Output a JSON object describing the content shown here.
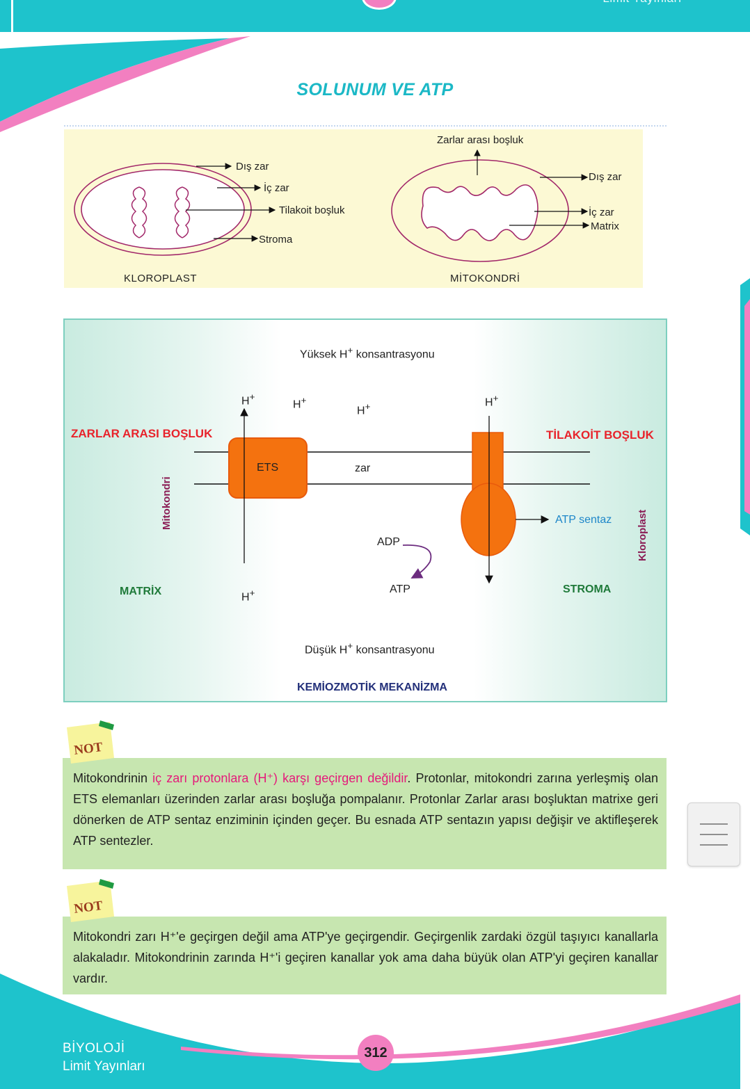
{
  "header": {
    "publisher": "Limit Yayınları"
  },
  "page": {
    "title": "SOLUNUM VE ATP"
  },
  "organelle_diagram": {
    "chloroplast": {
      "caption": "KLOROPLAST",
      "labels": {
        "outer": "Dış zar",
        "inner": "İç zar",
        "thylakoid": "Tilakoit boşluk",
        "stroma": "Stroma"
      }
    },
    "mitochondrion": {
      "caption": "MİTOKONDRİ",
      "labels": {
        "intermembrane": "Zarlar arası boşluk",
        "outer": "Dış zar",
        "inner": "İç zar",
        "matrix": "Matrix"
      }
    }
  },
  "mechanism_diagram": {
    "caption": "KEMİOZMOTİK MEKANİZMA",
    "high_conc": "Yüksek H",
    "low_conc": "Düşük H",
    "conc_suffix": "konsantrasyonu",
    "plus": "+",
    "proton": "H",
    "left_region_top": "ZARLAR ARASI BOŞLUK",
    "right_region_top": "TİLAKOİT BOŞLUK",
    "left_region_bottom": "MATRİX",
    "right_region_bottom": "STROMA",
    "left_organelle": "Mitokondri",
    "right_organelle": "Kloroplast",
    "ets": "ETS",
    "membrane": "zar",
    "adp": "ADP",
    "atp": "ATP",
    "atp_synthase": "ATP sentaz"
  },
  "notes": [
    {
      "tag": "NOT",
      "text_before": "Mitokondrinin ",
      "highlight": "iç zarı protonlara (H⁺) karşı geçirgen değildir",
      "text_after": ". Protonlar, mitokondri zarına yerleşmiş olan ETS elemanları üzerinden zarlar arası boşluğa pompalanır. Protonlar Zarlar arası boşluktan matrixe geri dönerken de ATP sentaz enziminin içinden geçer. Bu esnada ATP sentazın yapısı değişir ve aktifleşerek ATP sentezler."
    },
    {
      "tag": "NOT",
      "text": "Mitokondri zarı H⁺'e geçirgen değil ama ATP'ye geçirgendir. Geçirgenlik zardaki özgül taşıyıcı kanallarla alakaladır. Mitokondrinin zarında H⁺'i geçiren kanallar yok ama daha büyük olan ATP'yi geçiren kanallar vardır."
    }
  ],
  "footer": {
    "subject": "BİYOLOJİ",
    "publisher": "Limit Yayınları",
    "page_number": "312"
  },
  "colors": {
    "teal": "#1ec3cc",
    "pink": "#f27fc0",
    "orange": "#f4720f",
    "note_green": "#c7e6b0",
    "title_teal": "#1bb8c6"
  }
}
